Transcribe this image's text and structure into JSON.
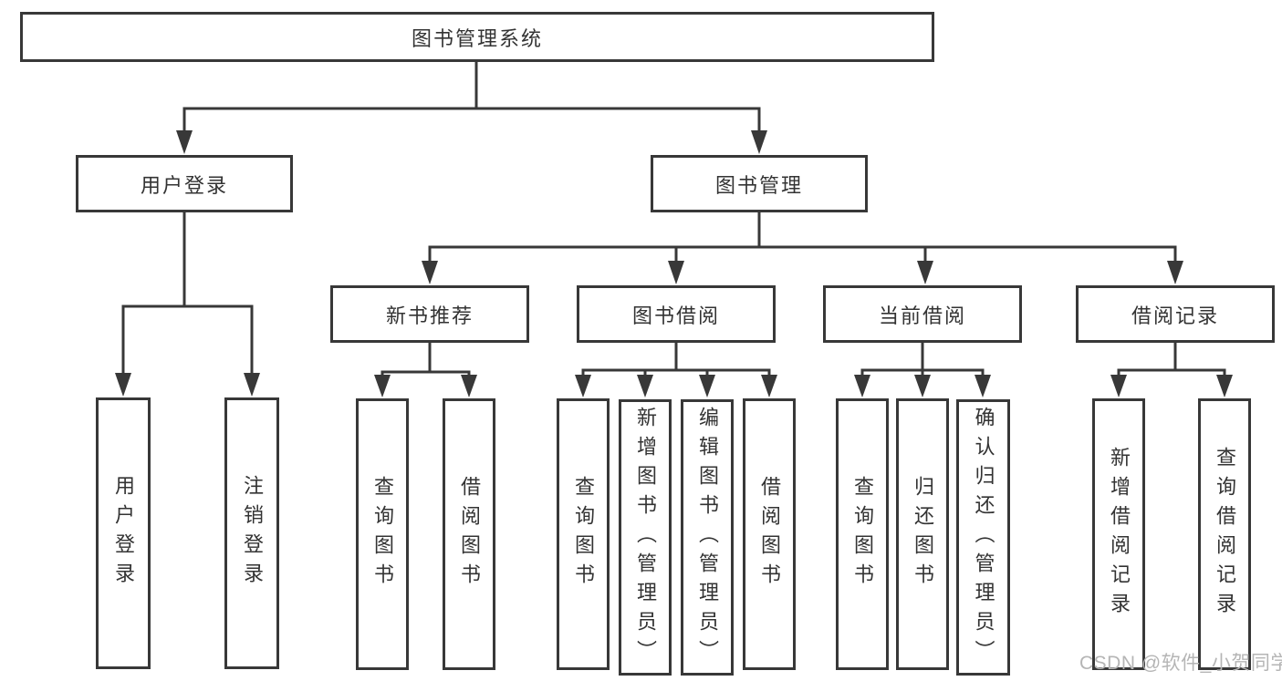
{
  "diagram": {
    "kind": "functional-structure-tree",
    "watermark": "CSDN @软件_小贺同学",
    "colors": {
      "line": "#383838",
      "box_border": "#383838",
      "text": "#333333",
      "watermark": "#b5b5b5",
      "background": "#ffffff"
    },
    "root": {
      "label": "图书管理系统"
    },
    "branches": [
      {
        "label": "用户登录",
        "children": [
          {
            "label": "用户登录"
          },
          {
            "label": "注销登录"
          }
        ]
      },
      {
        "label": "图书管理",
        "children": [
          {
            "label": "新书推荐",
            "children": [
              {
                "label": "查询图书"
              },
              {
                "label": "借阅图书"
              }
            ]
          },
          {
            "label": "图书借阅",
            "children": [
              {
                "label": "查询图书"
              },
              {
                "label": "新增图书（管理员）"
              },
              {
                "label": "编辑图书（管理员）"
              },
              {
                "label": "借阅图书"
              }
            ]
          },
          {
            "label": "当前借阅",
            "children": [
              {
                "label": "查询图书"
              },
              {
                "label": "归还图书"
              },
              {
                "label": "确认归还（管理员）"
              }
            ]
          },
          {
            "label": "借阅记录",
            "children": [
              {
                "label": "新增借阅记录"
              },
              {
                "label": "查询借阅记录"
              }
            ]
          }
        ]
      }
    ]
  }
}
